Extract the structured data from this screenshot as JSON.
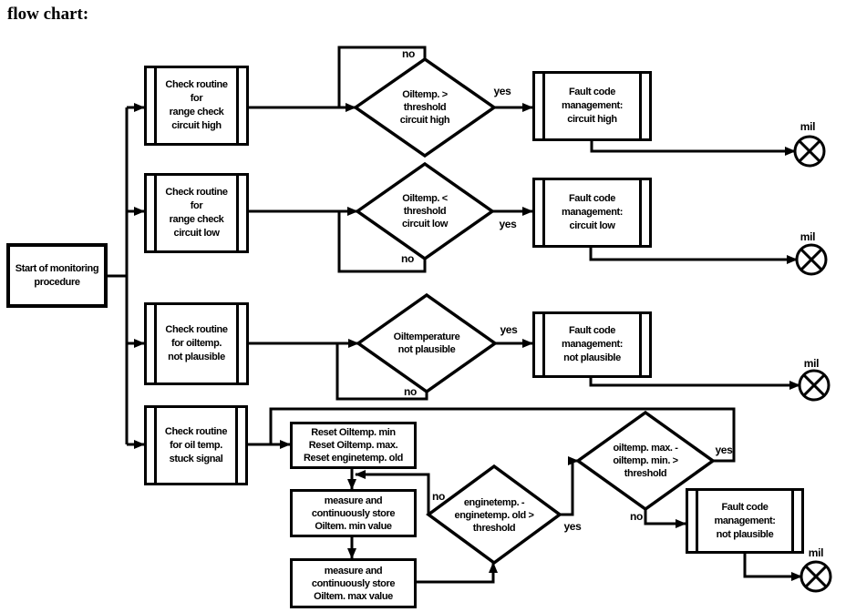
{
  "title": "flow chart:",
  "colors": {
    "ink": "#000000",
    "background": "#ffffff"
  },
  "edge_labels": {
    "yes": "yes",
    "no": "no",
    "mil": "mil"
  },
  "nodes": {
    "start": [
      "Start of monitoring",
      "procedure"
    ],
    "check_circuit_high": [
      "Check routine",
      "for",
      "range check",
      "circuit high"
    ],
    "check_circuit_low": [
      "Check routine",
      "for",
      "range check",
      "circuit low"
    ],
    "check_not_plausible": [
      "Check routine",
      "for oiltemp.",
      "not plausible"
    ],
    "check_stuck_signal": [
      "Check routine",
      "for oil temp.",
      "stuck signal"
    ],
    "decision_circuit_high": [
      "Oiltemp. >",
      "threshold",
      "circuit high"
    ],
    "decision_circuit_low": [
      "Oiltemp. <",
      "threshold",
      "circuit low"
    ],
    "decision_not_plausible": [
      "Oiltemperature",
      "not plausible"
    ],
    "decision_enginetemp": [
      "enginetemp. -",
      "enginetemp. old >",
      "threshold"
    ],
    "decision_oiltemp_minmax": [
      "oiltemp. max. -",
      "oiltemp. min. >",
      "threshold"
    ],
    "fault_circuit_high": [
      "Fault code",
      "management:",
      "circuit high"
    ],
    "fault_circuit_low": [
      "Fault code",
      "management:",
      "circuit low"
    ],
    "fault_not_plausible_1": [
      "Fault code",
      "management:",
      "not plausible"
    ],
    "fault_not_plausible_2": [
      "Fault code",
      "management:",
      "not plausible"
    ],
    "reset": [
      "Reset Oiltemp. min",
      "Reset Oiltemp. max.",
      "Reset enginetemp. old"
    ],
    "measure_min": [
      "measure and",
      "continuously store",
      "Oiltem. min value"
    ],
    "measure_max": [
      "measure and",
      "continuously store",
      "Oiltem. max value"
    ]
  }
}
